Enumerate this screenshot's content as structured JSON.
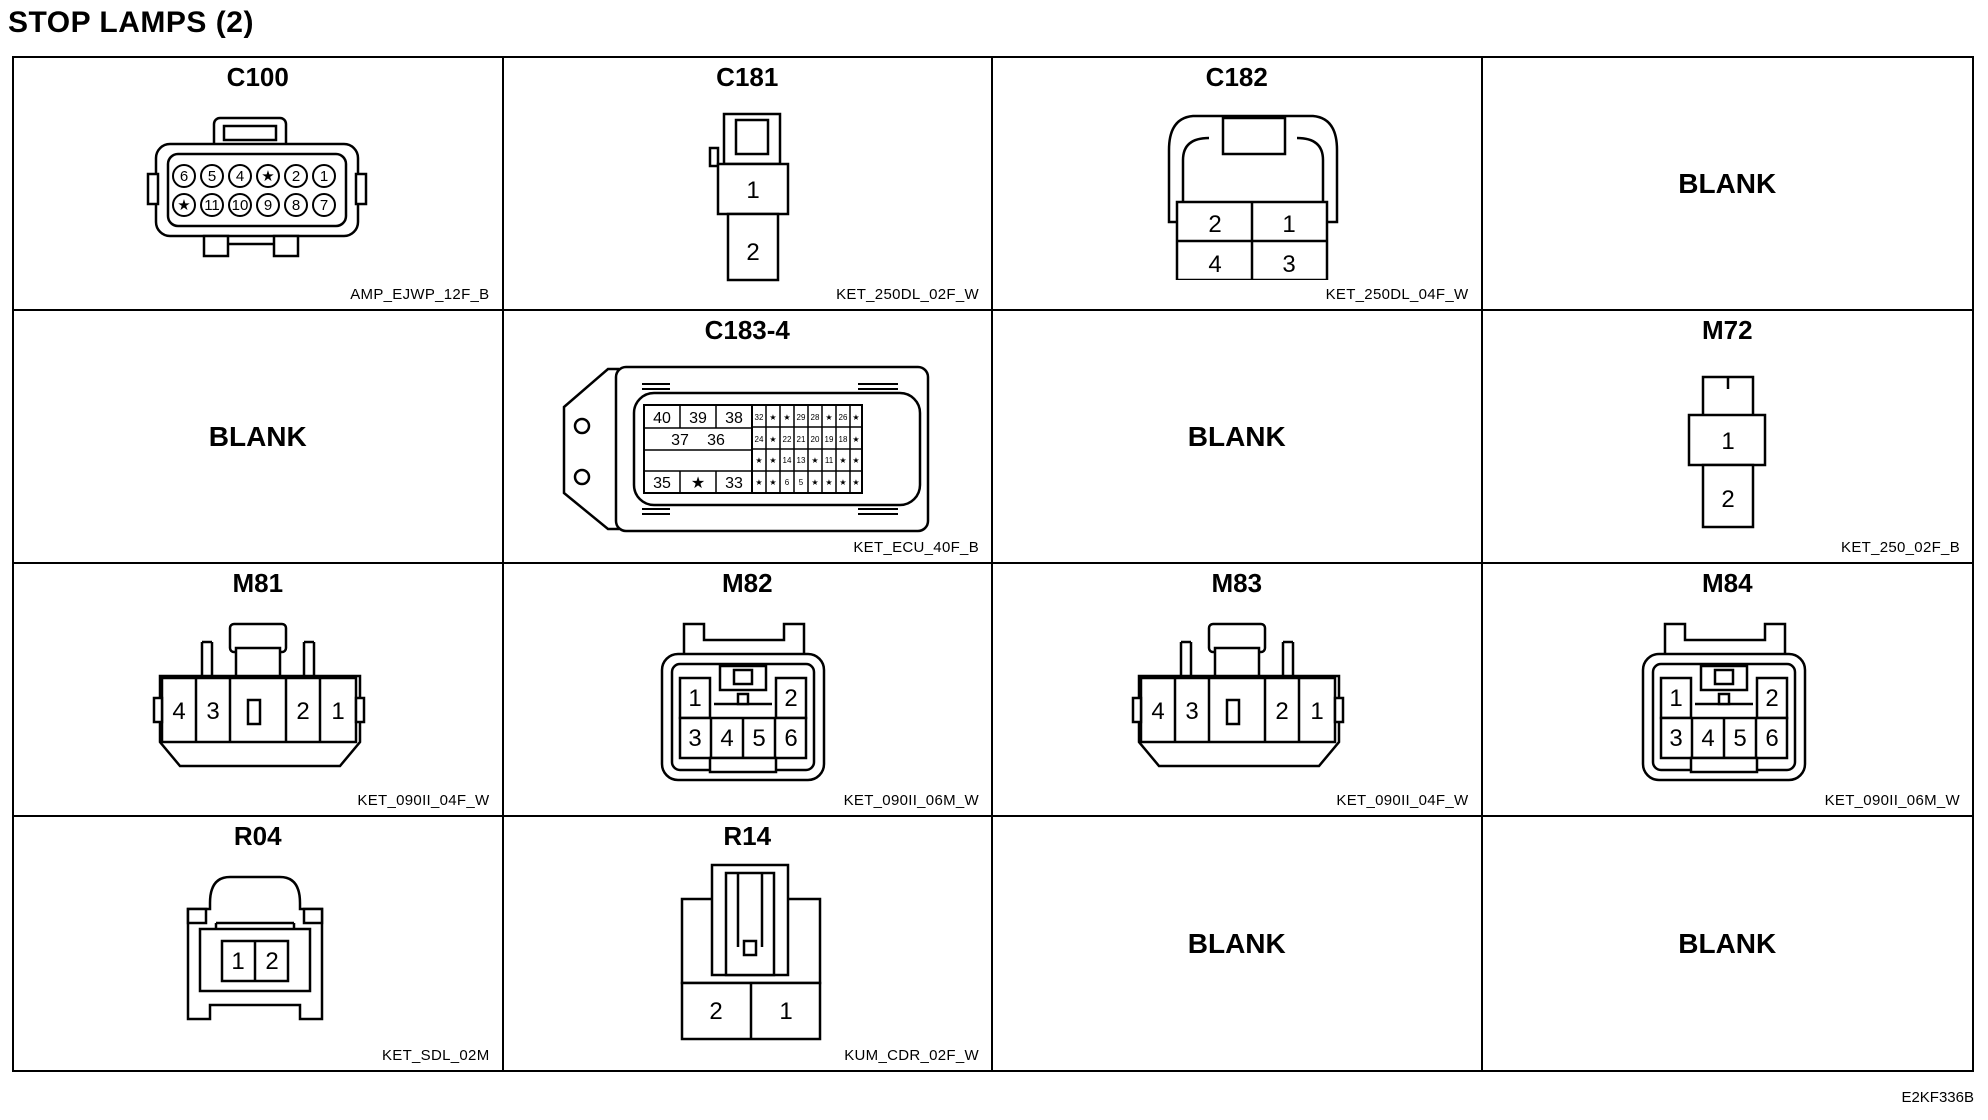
{
  "title": "STOP LAMPS (2)",
  "doc_code": "E2KF336B",
  "blank_label": "BLANK",
  "cells": [
    {
      "title": "C100",
      "code": "AMP_EJWP_12F_B",
      "pins": [
        "6",
        "5",
        "4",
        "★",
        "2",
        "1",
        "★",
        "11",
        "10",
        "9",
        "8",
        "7"
      ]
    },
    {
      "title": "C181",
      "code": "KET_250DL_02F_W",
      "pins": [
        "1",
        "2"
      ]
    },
    {
      "title": "C182",
      "code": "KET_250DL_04F_W",
      "pins": [
        "2",
        "1",
        "4",
        "3"
      ]
    },
    {
      "title": "",
      "code": "",
      "blank": true
    },
    {
      "title": "",
      "code": "",
      "blank": true
    },
    {
      "title": "C183-4",
      "code": "KET_ECU_40F_B",
      "pins": [
        "40",
        "39",
        "38",
        "37",
        "36",
        "35",
        "★",
        "33",
        "32",
        "★",
        "★",
        "29",
        "28",
        "★",
        "26",
        "★",
        "24",
        "★",
        "22",
        "21",
        "20",
        "19",
        "18",
        "★",
        "★",
        "★",
        "14",
        "13",
        "★",
        "11",
        "★",
        "★",
        "★",
        "★",
        "6",
        "5",
        "★",
        "★",
        "★",
        "★"
      ]
    },
    {
      "title": "",
      "code": "",
      "blank": true
    },
    {
      "title": "M72",
      "code": "KET_250_02F_B",
      "pins": [
        "1",
        "2"
      ]
    },
    {
      "title": "M81",
      "code": "KET_090II_04F_W",
      "pins": [
        "4",
        "3",
        "2",
        "1"
      ]
    },
    {
      "title": "M82",
      "code": "KET_090II_06M_W",
      "pins": [
        "1",
        "2",
        "3",
        "4",
        "5",
        "6"
      ]
    },
    {
      "title": "M83",
      "code": "KET_090II_04F_W",
      "pins": [
        "4",
        "3",
        "2",
        "1"
      ]
    },
    {
      "title": "M84",
      "code": "KET_090II_06M_W",
      "pins": [
        "1",
        "2",
        "3",
        "4",
        "5",
        "6"
      ]
    },
    {
      "title": "R04",
      "code": "KET_SDL_02M",
      "pins": [
        "1",
        "2"
      ]
    },
    {
      "title": "R14",
      "code": "KUM_CDR_02F_W",
      "pins": [
        "2",
        "1"
      ]
    },
    {
      "title": "",
      "code": "",
      "blank": true
    },
    {
      "title": "",
      "code": "",
      "blank": true
    }
  ]
}
